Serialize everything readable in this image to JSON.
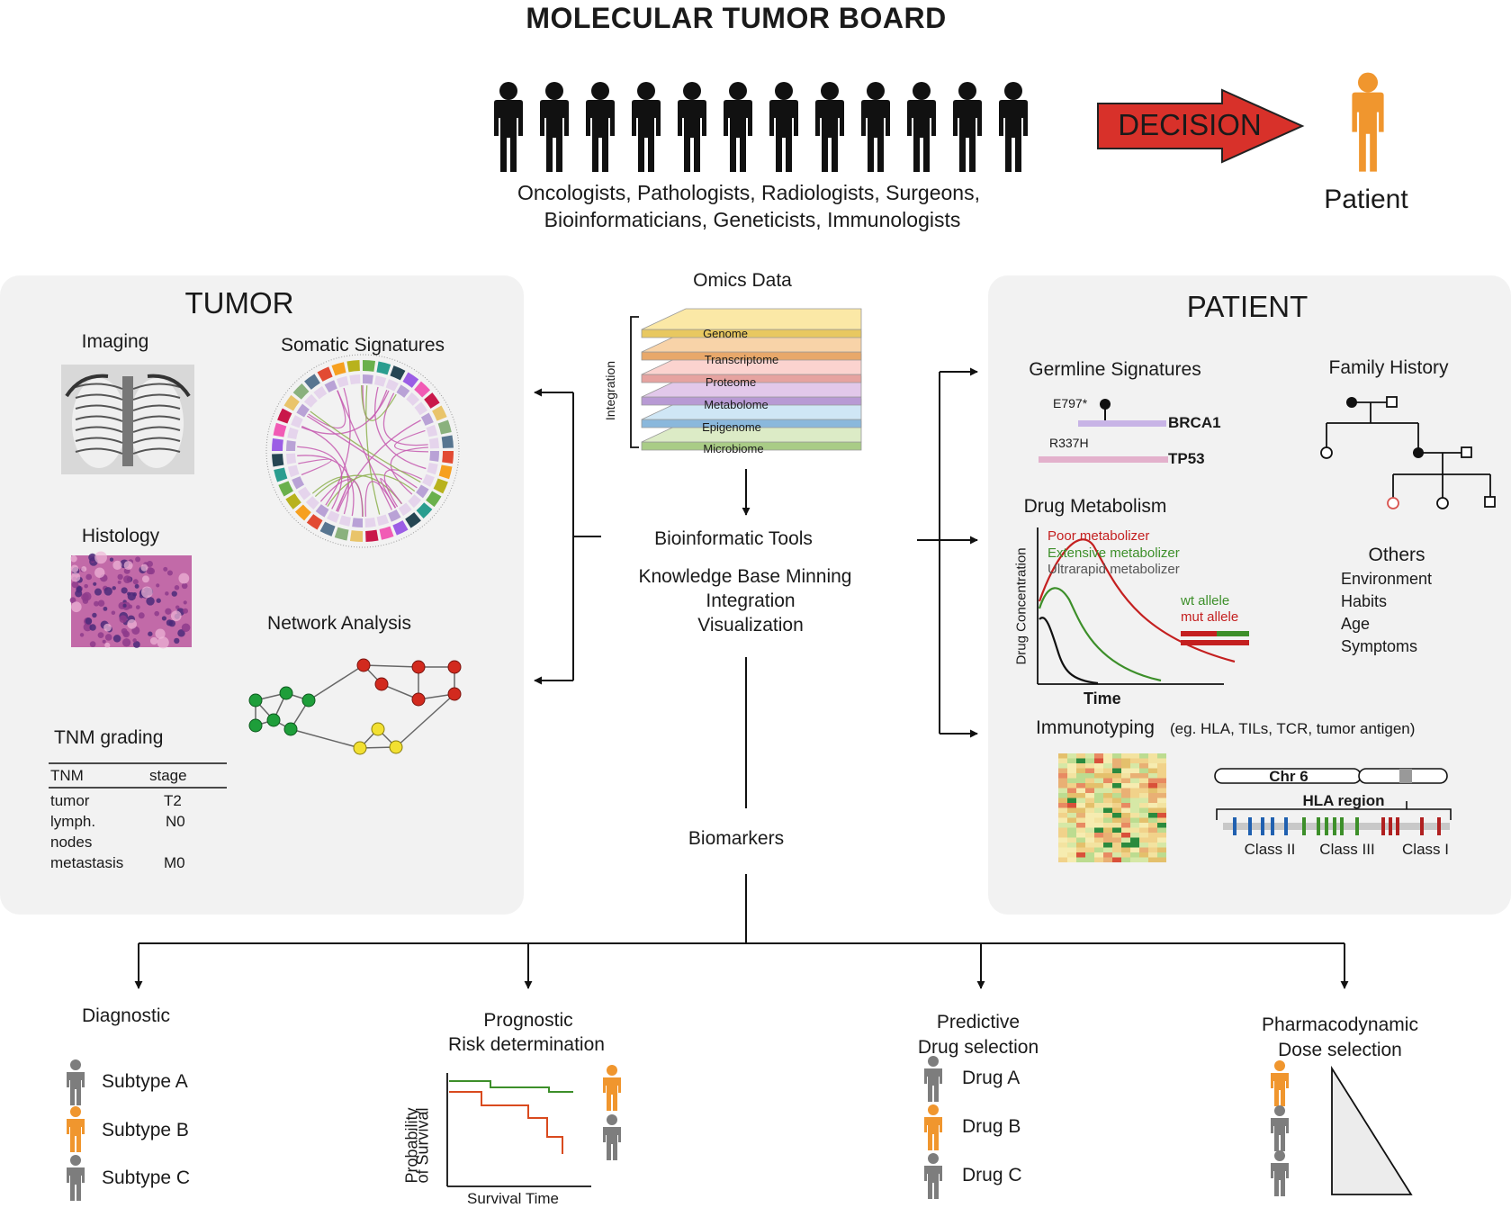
{
  "title": "MOLECULAR TUMOR BOARD",
  "board": {
    "members_line1": "Oncologists, Pathologists, Radiologists, Surgeons,",
    "members_line2": "Bioinformaticians, Geneticists, Immunologists",
    "decision_label": "DECISION",
    "patient_label": "Patient"
  },
  "tumor": {
    "heading": "TUMOR",
    "imaging": "Imaging",
    "somatic": "Somatic Signatures",
    "histology": "Histology",
    "network": "Network Analysis",
    "tnm_title": "TNM grading",
    "tnm_headers": [
      "TNM",
      "stage"
    ],
    "tnm_rows": [
      {
        "name": "tumor",
        "stage": "T2"
      },
      {
        "name": "lymph.",
        "stage": "N0"
      },
      {
        "name": "nodes",
        "stage": ""
      },
      {
        "name": "metastasis",
        "stage": "M0"
      }
    ]
  },
  "center": {
    "omics_title": "Omics Data",
    "integration_label": "Integration",
    "layers": [
      "Genome",
      "Transcriptome",
      "Proteome",
      "Metabolome",
      "Epigenome",
      "Microbiome"
    ],
    "tools": "Bioinformatic Tools",
    "kb": "Knowledge Base Minning",
    "integration": "Integration",
    "visualization": "Visualization",
    "biomarkers": "Biomarkers"
  },
  "patient": {
    "heading": "PATIENT",
    "germline": "Germline Signatures",
    "mut1": "E797*",
    "gene1": "BRCA1",
    "mut2": "R337H",
    "gene2": "TP53",
    "family": "Family History",
    "drug_metab": "Drug Metabolism",
    "poor": "Poor metabolizer",
    "extensive": "Extensive metabolizer",
    "ultra": "Ultrarapid metabolizer",
    "ylabel": "Drug Concentration",
    "xlabel": "Time",
    "wt_allele": "wt allele",
    "mut_allele": "mut allele",
    "others_title": "Others",
    "others": [
      "Environment",
      "Habits",
      "Age",
      "Symptoms"
    ],
    "immuno": "Immunotyping",
    "immuno_eg": "(eg. HLA, TILs, TCR, tumor antigen)",
    "chr": "Chr 6",
    "hla": "HLA region",
    "classes": [
      "Class II",
      "Class III",
      "Class I"
    ]
  },
  "outcomes": {
    "diagnostic": "Diagnostic",
    "subtypes": [
      "Subtype A",
      "Subtype B",
      "Subtype C"
    ],
    "prognostic1": "Prognostic",
    "prognostic2": "Risk determination",
    "surv_ylabel1": "Probability",
    "surv_ylabel2": "of Survival",
    "surv_xlabel": "Survival Time",
    "predictive1": "Predictive",
    "predictive2": "Drug selection",
    "drugs": [
      "Drug A",
      "Drug B",
      "Drug C"
    ],
    "pharma1": "Pharmacodynamic",
    "pharma2": "Dose selection"
  },
  "colors": {
    "orange": "#f0962e",
    "gray": "#7d7d7d",
    "red_arrow": "#d8312a",
    "poor": "#c42020",
    "extensive": "#3d8f2a",
    "ultra": "#555555"
  }
}
